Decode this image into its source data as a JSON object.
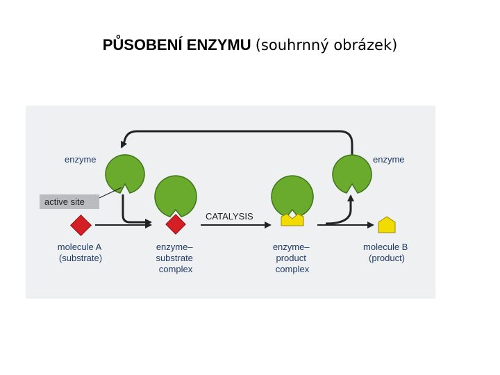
{
  "title": {
    "bold": "PŮSOBENÍ ENZYMU",
    "light": "(souhrnný obrázek)"
  },
  "diagram": {
    "label_enzyme_left": "enzyme",
    "label_enzyme_right": "enzyme",
    "label_active_site": "active site",
    "label_catalysis": "CATALYSIS",
    "molecule_a": [
      "molecule A",
      "(substrate)"
    ],
    "es_complex": [
      "enzyme–",
      "substrate",
      "complex"
    ],
    "ep_complex": [
      "enzyme–",
      "product",
      "complex"
    ],
    "molecule_b": [
      "molecule B",
      "(product)"
    ],
    "colors": {
      "enzyme": "#6aaa2c",
      "enzyme_edge": "#3d7417",
      "substrate": "#d41f24",
      "product": "#f0dc00",
      "active_site_box": "#b9bcbf",
      "arrow": "#222222",
      "background": "#eef0f2"
    }
  }
}
